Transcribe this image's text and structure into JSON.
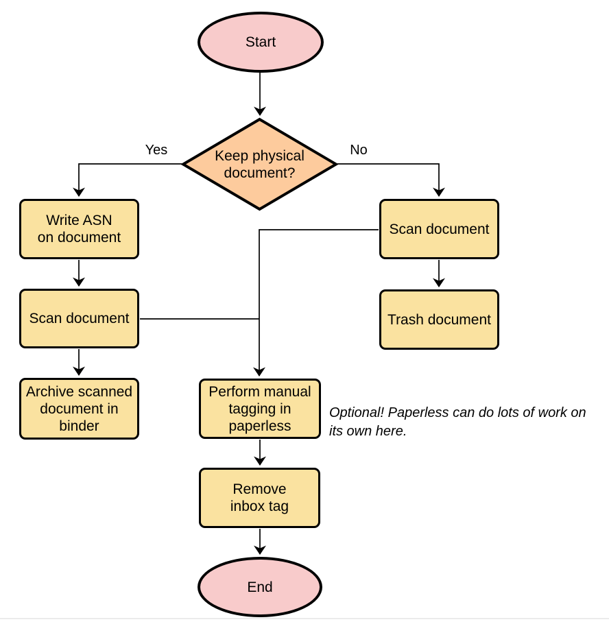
{
  "diagram": {
    "nodes": {
      "start": {
        "label": "Start",
        "shape": "ellipse",
        "fill": "#F8CBCB"
      },
      "decision": {
        "label": "Keep physical\ndocument?",
        "shape": "diamond",
        "fill": "#FDCB9D"
      },
      "write_asn": {
        "label": "Write ASN\non document",
        "shape": "rect",
        "fill": "#FAE2A0"
      },
      "scan_left": {
        "label": "Scan document",
        "shape": "rect",
        "fill": "#FAE2A0"
      },
      "archive": {
        "label": "Archive scanned\ndocument in\nbinder",
        "shape": "rect",
        "fill": "#FAE2A0"
      },
      "scan_right": {
        "label": "Scan document",
        "shape": "rect",
        "fill": "#FAE2A0"
      },
      "trash": {
        "label": "Trash document",
        "shape": "rect",
        "fill": "#FAE2A0"
      },
      "tagging": {
        "label": "Perform manual\ntagging in\npaperless",
        "shape": "rect",
        "fill": "#FAE2A0"
      },
      "remove_inbox": {
        "label": "Remove\ninbox tag",
        "shape": "rect",
        "fill": "#FAE2A0"
      },
      "end": {
        "label": "End",
        "shape": "ellipse",
        "fill": "#F8CBCB"
      }
    },
    "edge_labels": {
      "yes": "Yes",
      "no": "No"
    },
    "note": "Optional! Paperless can do lots of work on\nits own here.",
    "colors": {
      "terminator_pink": "#F8CBCB",
      "decision_orange": "#FDCB9D",
      "process_yellow": "#FAE2A0",
      "stroke": "#000000"
    }
  }
}
